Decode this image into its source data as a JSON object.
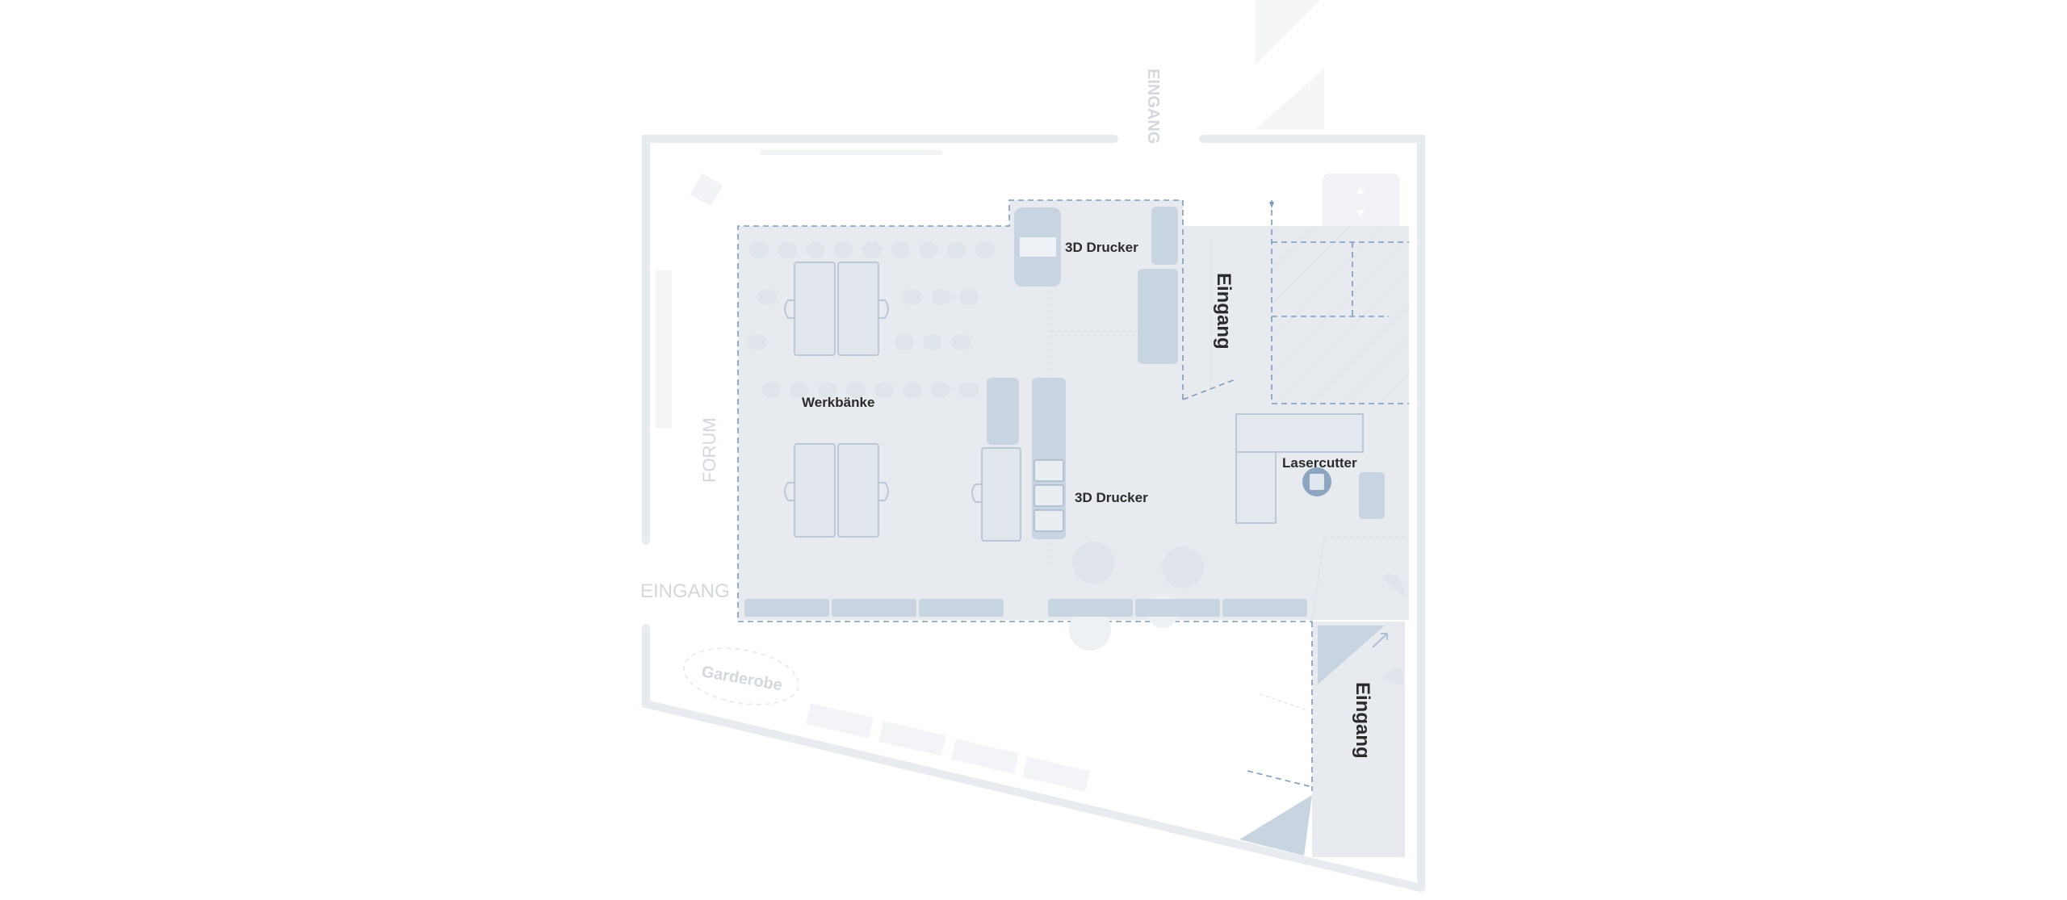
{
  "labels": {
    "eingang_top": "EINGANG",
    "eingang_left": "EINGANG",
    "forum": "FORUM",
    "garderobe": "Garderobe",
    "eingang_east": "Eingang",
    "eingang_south": "Eingang",
    "drucker_top": "3D Drucker",
    "drucker_mid": "3D Drucker",
    "werkbaenke": "Werkbänke",
    "lasercutter": "Lasercutter"
  },
  "colors": {
    "wall": "#e8ecf0",
    "area_fill": "#e7ebf0",
    "furniture": "#c9d4e1",
    "furniture_stroke": "#aebdcf",
    "dash": "#7f9bba",
    "faded_text": "#d2d8de",
    "dark_text": "#2b2b2b"
  }
}
